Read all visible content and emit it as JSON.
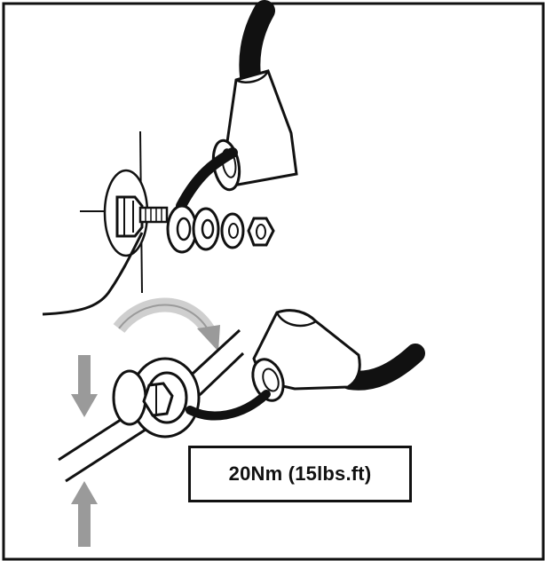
{
  "torque_callout": {
    "text": "20Nm (15lbs.ft)"
  },
  "illustration": {
    "subject": "cable-lug-terminal-assembly",
    "parts": [
      "cable",
      "lug-boot",
      "washer",
      "star-washer",
      "spring-washer",
      "hex-nut",
      "stud",
      "ring-wrench"
    ],
    "colors": {
      "ink": "#111111",
      "arrow_gray": "#9a9a9a",
      "background": "#ffffff"
    }
  }
}
